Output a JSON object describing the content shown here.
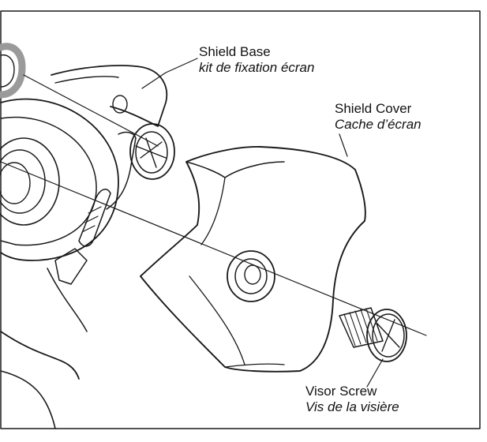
{
  "colors": {
    "line": "#1a1a1a",
    "background": "#ffffff",
    "shade": "#9a9a9a"
  },
  "labels": {
    "shield_base": {
      "en": "Shield Base",
      "fr": "kit de fixation écran"
    },
    "shield_cover": {
      "en": "Shield Cover",
      "fr": "Cache d’écran"
    },
    "visor_screw": {
      "en": "Visor Screw",
      "fr": "Vis de la visière"
    }
  },
  "icons": {
    "helmet": "helmet-side-icon",
    "screw": "visor-screw-icon"
  }
}
